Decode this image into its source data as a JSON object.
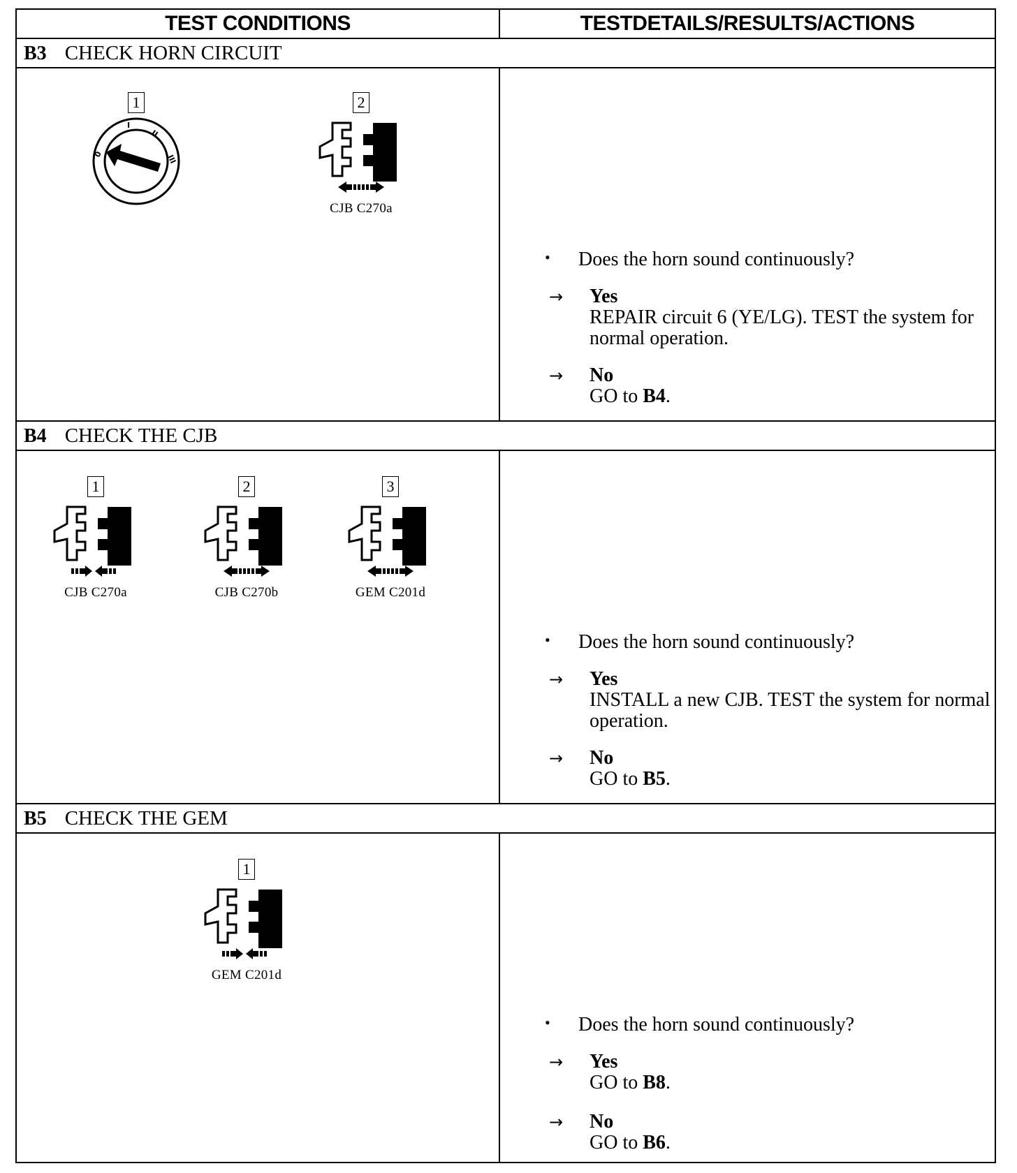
{
  "header": {
    "col1": "TEST CONDITIONS",
    "col2": "TESTDETAILS/RESULTS/ACTIONS"
  },
  "sections": [
    {
      "id": "B3",
      "title": "CHECK HORN CIRCUIT",
      "figures": [
        {
          "num": "1",
          "type": "ignition-switch",
          "caption": ""
        },
        {
          "num": "2",
          "type": "connector-disconnected",
          "caption": "CJB C270a"
        }
      ],
      "question": "Does the horn sound continuously?",
      "yes_label": "Yes",
      "yes_text": "REPAIR circuit 6 (YE/LG). TEST the system for normal operation.",
      "no_label": "No",
      "no_text_prefix": "GO to ",
      "no_text_ref": "B4",
      "no_text_suffix": "."
    },
    {
      "id": "B4",
      "title": "CHECK THE CJB",
      "figures": [
        {
          "num": "1",
          "type": "connector-connected",
          "caption": "CJB C270a"
        },
        {
          "num": "2",
          "type": "connector-disconnected",
          "caption": "CJB C270b"
        },
        {
          "num": "3",
          "type": "connector-disconnected",
          "caption": "GEM C201d"
        }
      ],
      "question": "Does the horn sound continuously?",
      "yes_label": "Yes",
      "yes_text": "INSTALL a new CJB. TEST the system for normal operation.",
      "no_label": "No",
      "no_text_prefix": "GO to ",
      "no_text_ref": "B5",
      "no_text_suffix": "."
    },
    {
      "id": "B5",
      "title": "CHECK THE GEM",
      "figures": [
        {
          "num": "1",
          "type": "connector-connected",
          "caption": "GEM C201d"
        }
      ],
      "question": "Does the horn sound continuously?",
      "yes_label": "Yes",
      "yes_text_prefix": "GO to ",
      "yes_text_ref": "B8",
      "yes_text_suffix": ".",
      "no_label": "No",
      "no_text_prefix": "GO to ",
      "no_text_ref": "B6",
      "no_text_suffix": "."
    }
  ],
  "symbols": {
    "bullet": "•",
    "arrow": "→"
  }
}
